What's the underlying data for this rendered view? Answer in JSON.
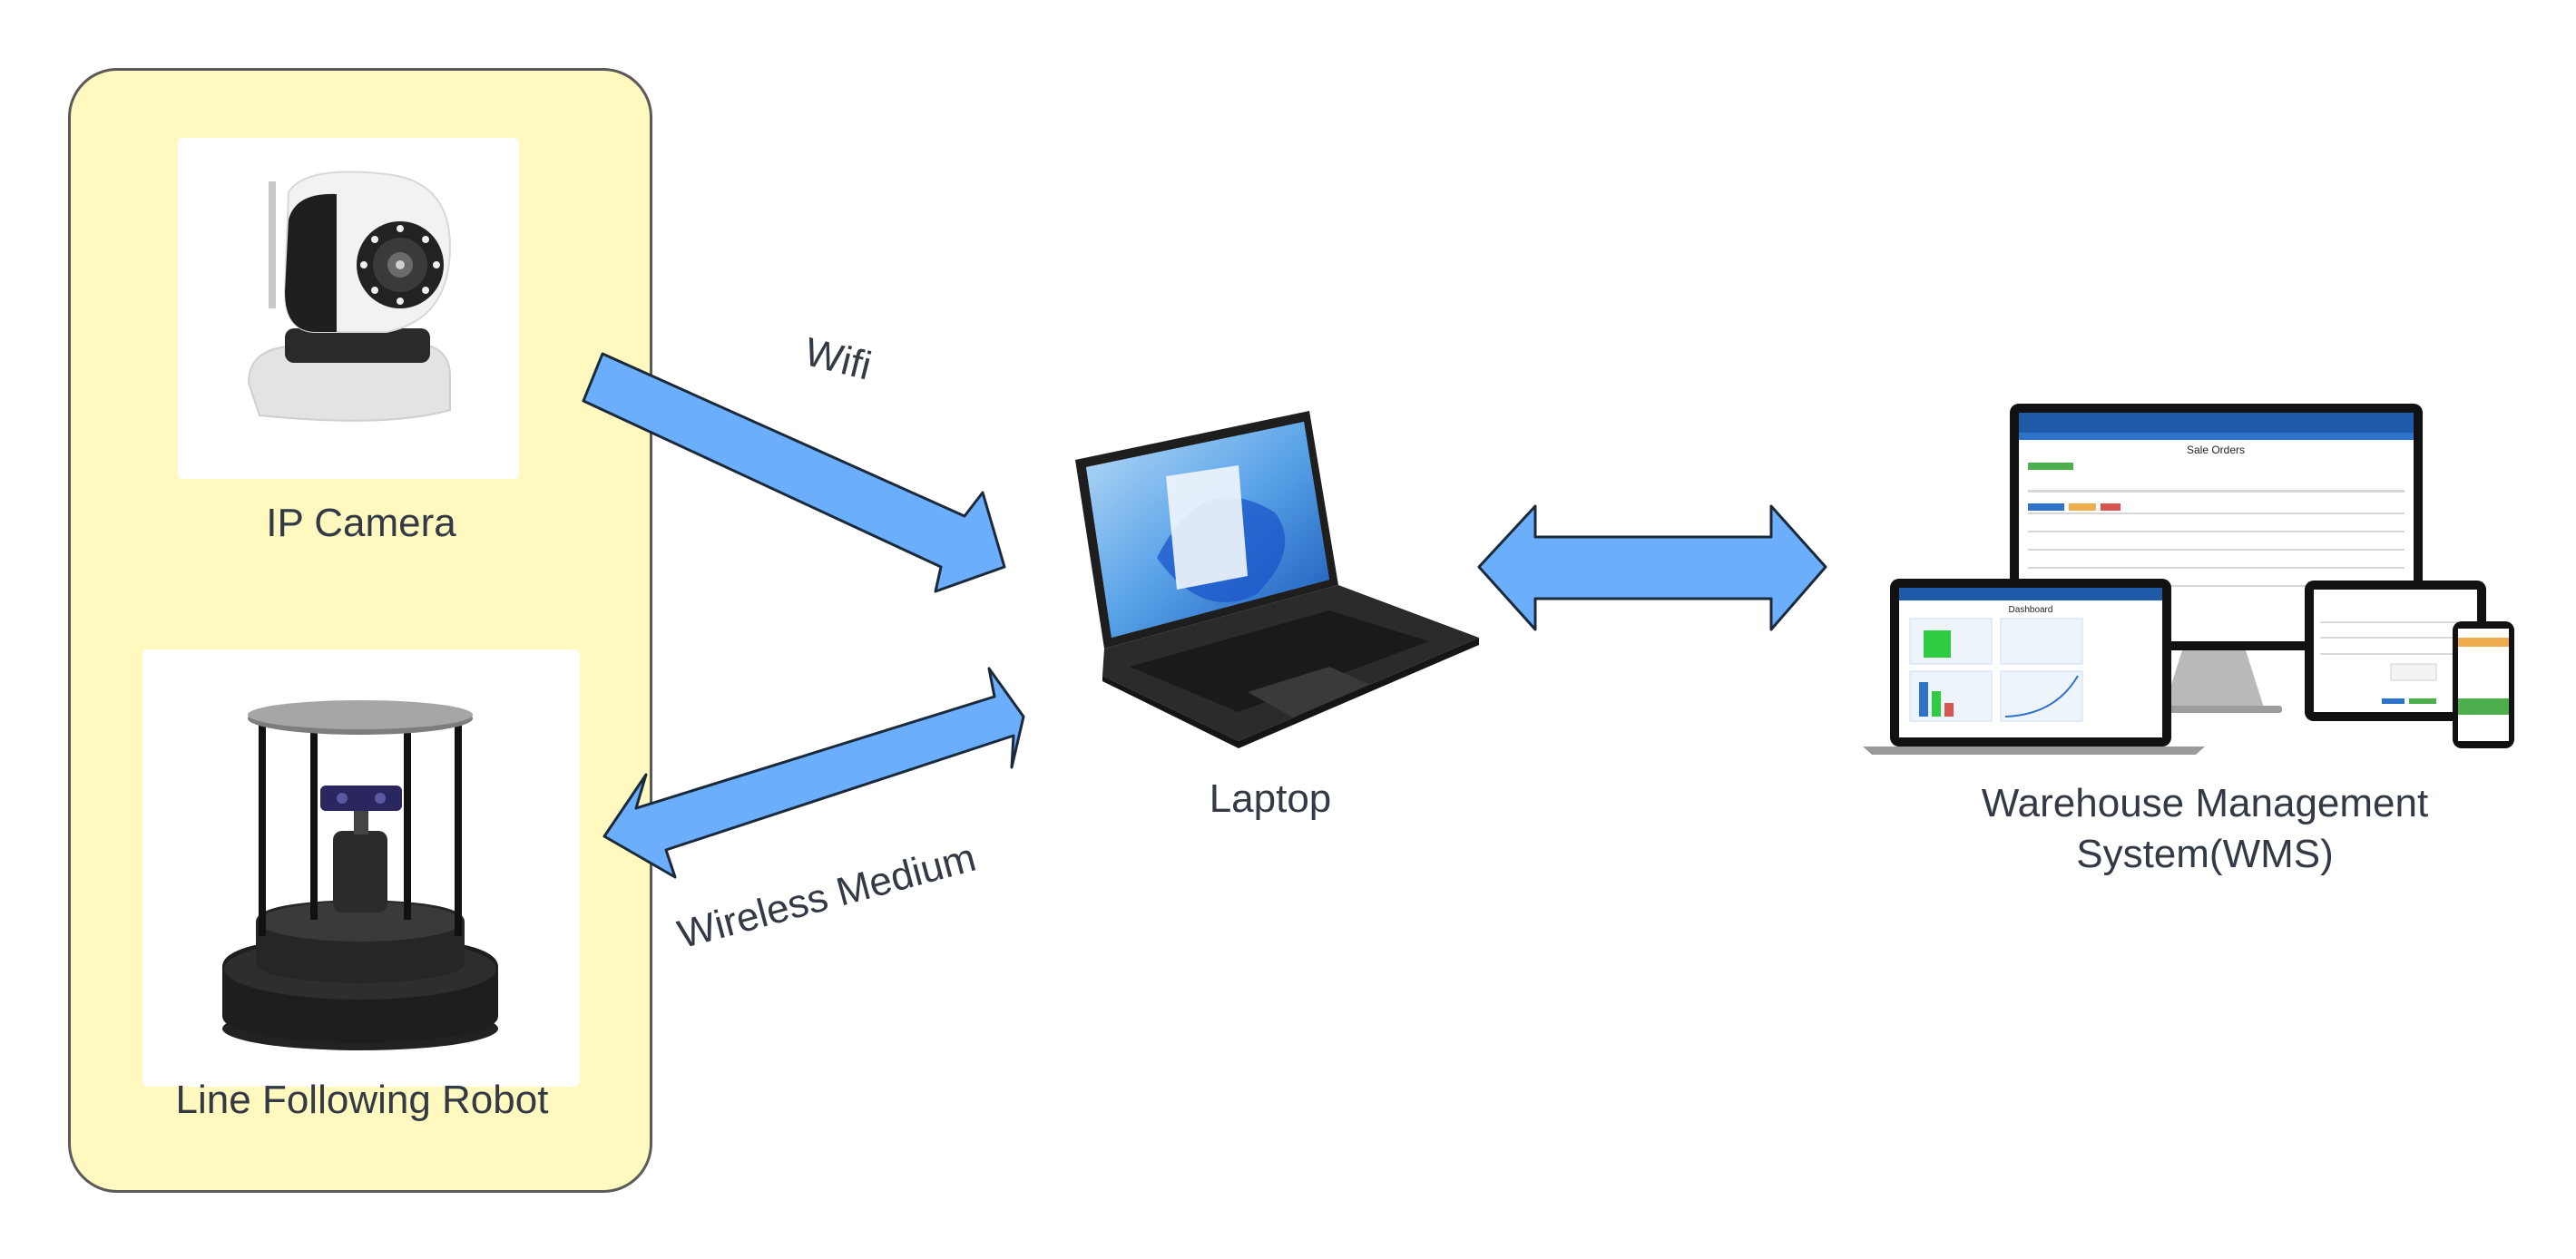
{
  "nodes": {
    "ip_camera": {
      "label": "IP Camera"
    },
    "robot": {
      "label": "Line Following Robot"
    },
    "laptop": {
      "label": "Laptop"
    },
    "wms": {
      "label_line1": "Warehouse Management",
      "label_line2": "System(WMS)"
    }
  },
  "edges": {
    "wifi": {
      "label": "Wifi"
    },
    "wireless": {
      "label": "Wireless Medium"
    }
  },
  "wms_screens": {
    "monitor_title": "Sale Orders",
    "laptop_title": "Dashboard"
  },
  "colors": {
    "group_fill": "#fff8bf",
    "arrow_fill": "#6aaefc",
    "arrow_stroke": "#1b2a3a",
    "text": "#333a45"
  },
  "icons": [
    "ip-camera-icon",
    "robot-icon",
    "laptop-icon",
    "wms-devices-icon"
  ]
}
